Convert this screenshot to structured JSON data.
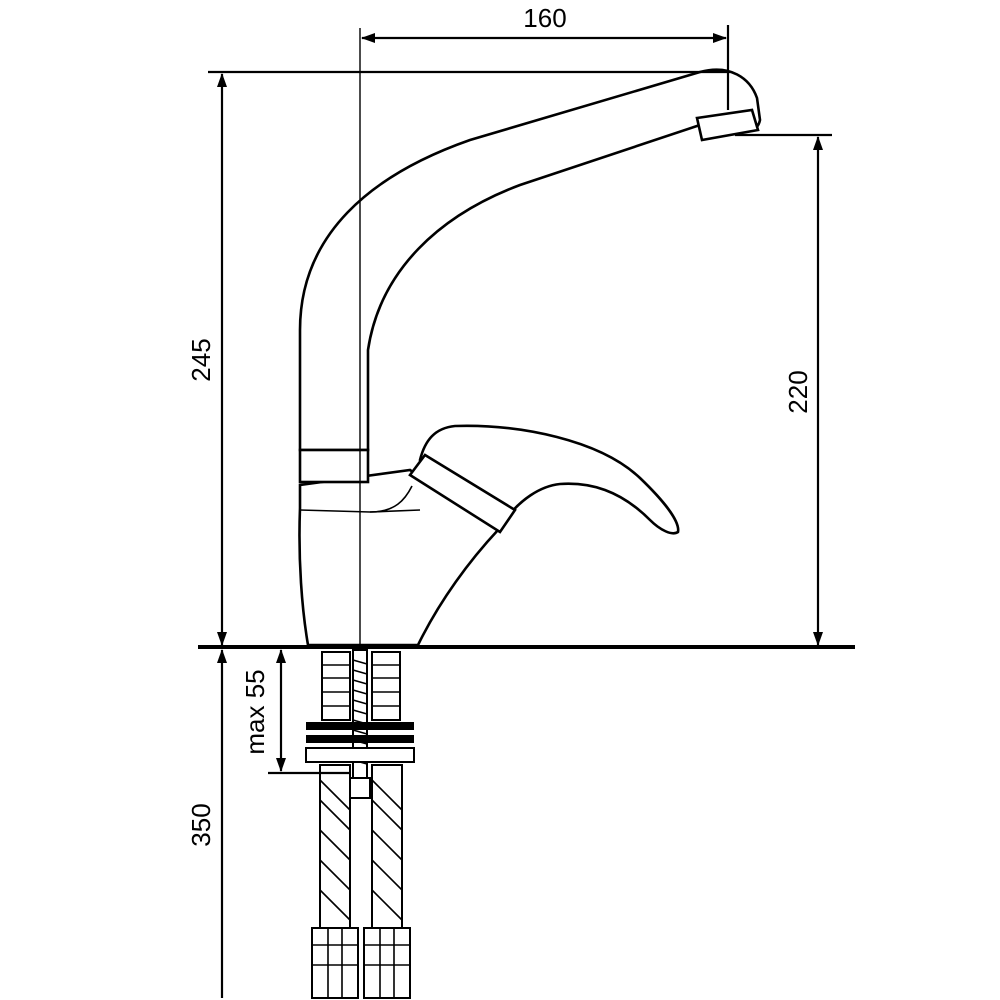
{
  "dimensions": {
    "spout_reach": "160",
    "total_height": "245",
    "spout_height": "220",
    "max_mount_thickness": "max 55",
    "hose_length": "350"
  },
  "colors": {
    "line": "#000000",
    "background": "#ffffff"
  }
}
